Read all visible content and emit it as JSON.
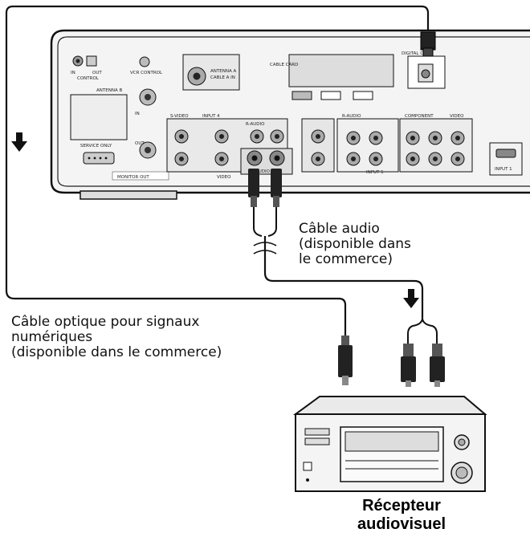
{
  "diagram": {
    "audio_cable_label": [
      "Câble audio",
      "(disponible dans",
      "le commerce)"
    ],
    "optical_cable_label": [
      "Câble optique pour signaux",
      "numériques",
      "(disponible dans le commerce)"
    ],
    "receiver_label": [
      "Récepteur",
      "audiovisuel"
    ]
  },
  "tv_panel": {
    "labels": {
      "ctrl_in": "IN",
      "ctrl_out": "OUT",
      "ctrl_control": "CONTROL",
      "vcr_control": "VCR CONTROL",
      "antenna_b": "ANTENNA B",
      "ant_cable": "ANTENNA A",
      "cable_a_in": "CABLE A IN",
      "cable_card": "CABLE CARD",
      "monitor_out_top": "IN",
      "out_label": "OUT",
      "service_only": "SERVICE ONLY",
      "monitor_out": "MONITOR OUT",
      "s_video_in": "S-VIDEO",
      "input4": "INPUT 4",
      "r_audio": "R-AUDIO",
      "video_lbl": "VIDEO",
      "audio_out": "AUDIO",
      "input5": "INPUT 5",
      "component": "COMPONENT",
      "video_b": "VIDEO",
      "digital_out": "DIGITAL OUT",
      "input1": "INPUT 1"
    }
  }
}
